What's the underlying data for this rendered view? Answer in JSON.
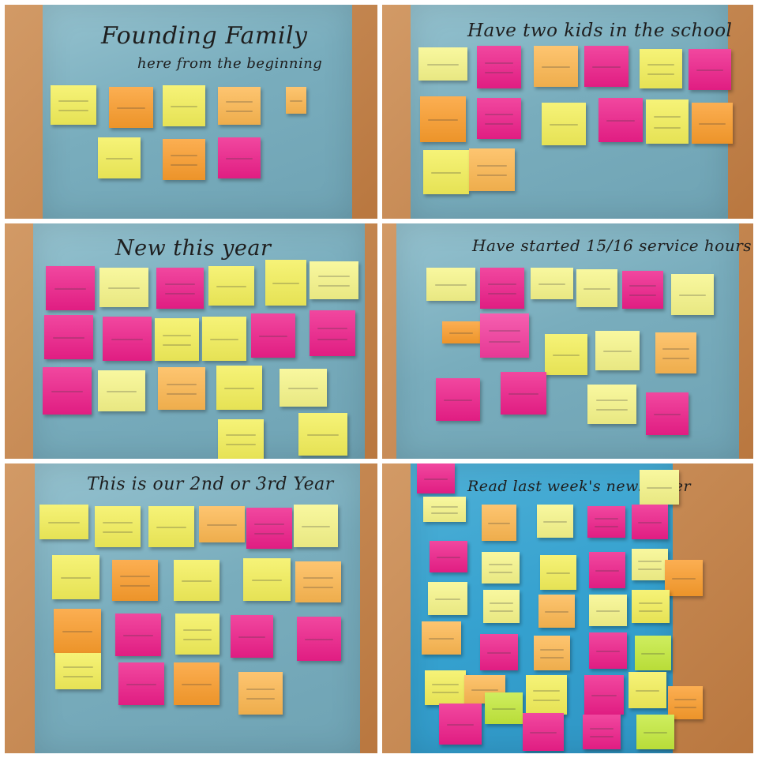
{
  "panels": [
    {
      "title": "Founding Family",
      "subtitle": "here from the beginning"
    },
    {
      "title": "Have two kids in the school"
    },
    {
      "title": "New this year"
    },
    {
      "title": "Have started 15/16 service hours"
    },
    {
      "title": "This is our 2nd or 3rd Year"
    },
    {
      "title": "Read last week's newsletter"
    }
  ],
  "colors": {
    "board": "#c98a55",
    "paper": "#7fb3c2",
    "paper_bright": "#35a1cf",
    "note_yellow": "#f4f05a",
    "note_orange": "#fb9d2c",
    "note_pink": "#ee1f8a",
    "note_lime": "#c4ea3c"
  }
}
